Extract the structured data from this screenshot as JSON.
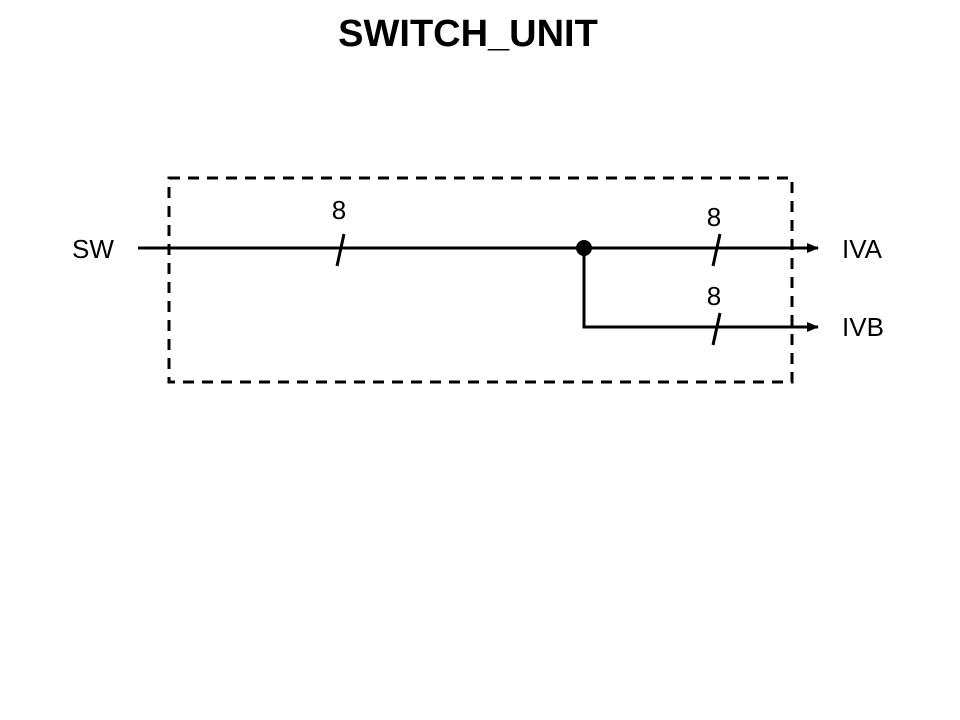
{
  "title": "SWITCH_UNIT",
  "ports": {
    "input": "SW",
    "output_a": "IVA",
    "output_b": "IVB"
  },
  "bus_widths": {
    "input": "8",
    "output_a": "8",
    "output_b": "8"
  },
  "colors": {
    "stroke": "#000000",
    "background": "#ffffff"
  }
}
